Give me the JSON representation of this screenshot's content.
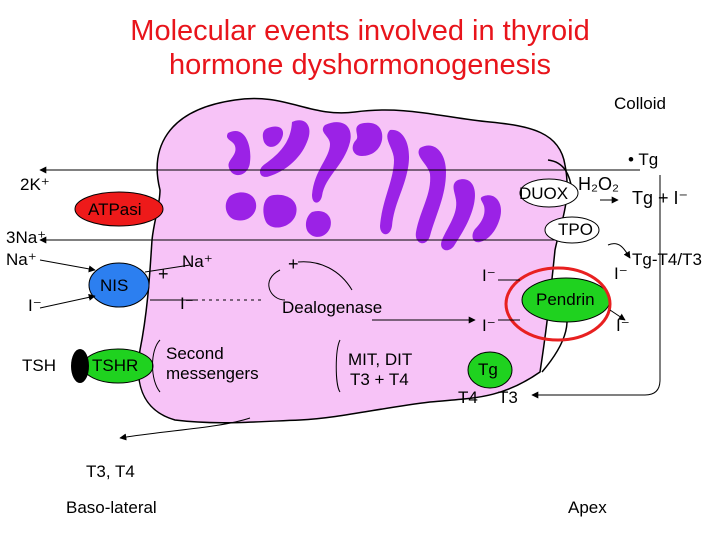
{
  "title": {
    "line1": "Molecular events involved in thyroid",
    "line2": "hormone dyshormonogenesis"
  },
  "labels": {
    "colloid": "Colloid",
    "tg_colloid": "• Tg",
    "k_ion": "2K⁺",
    "atpasi": "ATPasi",
    "na3": "3Na⁺",
    "na_left": "Na⁺",
    "nis": "NIS",
    "na_inner": "Na⁺",
    "plus_na": "+",
    "plus_dealog": "+",
    "iodide_left": "I⁻",
    "iodide_inner": "I⁻",
    "tsh": "TSH",
    "tshr": "TSHR",
    "second_messengers_1": "Second",
    "second_messengers_2": "messengers",
    "dealogenase": "Dealogenase",
    "mit_dit_1": "MIT, DIT",
    "mit_dit_2": "T3 + T4",
    "duox": "DUOX",
    "h2o2": "H₂O₂",
    "tg_plus_i": "Tg + I⁻",
    "tpo": "TPO",
    "tg_t4_t3": "Tg-T4/T3",
    "iodide_apical_out": "I⁻",
    "iodide_upper_mid": "I⁻",
    "iodide_lower_mid": "I⁻",
    "iodide_pendrin_right": "I⁻",
    "pendrin": "Pendrin",
    "tg_vesicle": "Tg",
    "t4": "T4",
    "t3": "T3",
    "t3_t4_out": "T3, T4",
    "basolateral": "Baso-lateral",
    "apex": "Apex"
  },
  "colors": {
    "title": "#e8141b",
    "cell_fill": "#f7c3f7",
    "er_purple": "#9b22e6",
    "atpase_red": "#ee1a1a",
    "nis_blue": "#2c7ff0",
    "tshr_green": "#1fd21f",
    "pendrin_green": "#1fd21f",
    "highlight_ring": "#e82020"
  }
}
